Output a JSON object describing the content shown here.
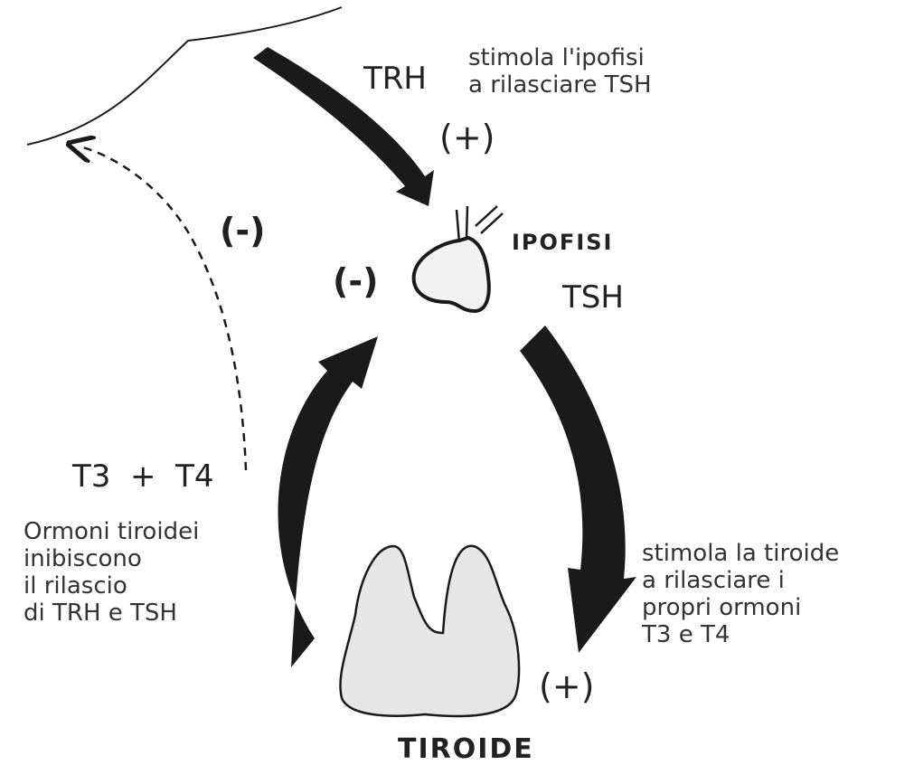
{
  "colors": {
    "ink": "#1a1a1a",
    "thyroid_fill": "#e6e6e6",
    "pituitary_fill": "#f2f2f2"
  },
  "hypothalamus": {
    "icon": "hypothalamus-outline"
  },
  "trh": {
    "label": "TRH",
    "note": "stimola l'ipofisi\na rilasciare TSH",
    "effect": "(+)"
  },
  "hypothalamus_feedback": {
    "effect": "(-)"
  },
  "pituitary": {
    "name": "IPOFISI",
    "hormone": "TSH",
    "feedback_effect": "(-)",
    "icon": "pituitary-gland"
  },
  "tsh_action": {
    "note": "stimola la tiroide\na rilasciare i\npropri ormoni\nT3 e T4",
    "effect": "(+)"
  },
  "thyroid_hormones": {
    "label": "T3  +  T4",
    "note": "Ormoni tiroidei\ninibiscono\nil rilascio\ndi TRH e TSH"
  },
  "thyroid": {
    "name": "TIROIDE",
    "icon": "thyroid-gland"
  }
}
